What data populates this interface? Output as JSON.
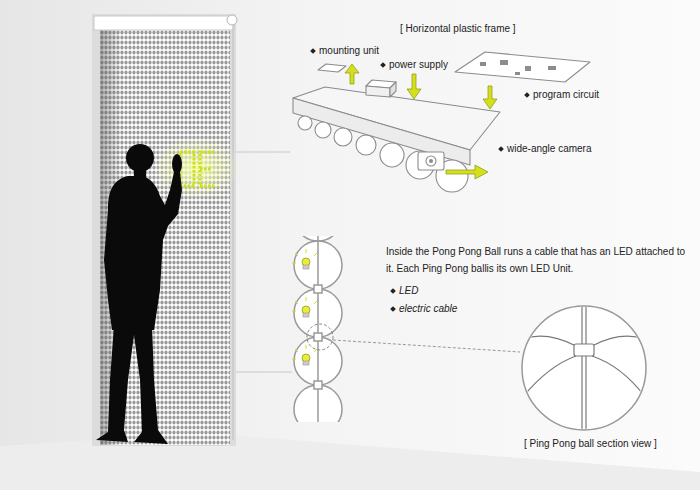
{
  "diagram": {
    "labels": [
      "[ Horizontal plastic frame ]",
      "mounting unit",
      "power supply",
      "program circuit",
      "wide-angle camera",
      "Inside the Pong Pong Ball runs a cable that has an LED attached to it. Each Ping Pong ballis its own LED Unit.",
      "LED",
      "electric cable",
      "[ Ping Pong ball section view ]"
    ]
  }
}
